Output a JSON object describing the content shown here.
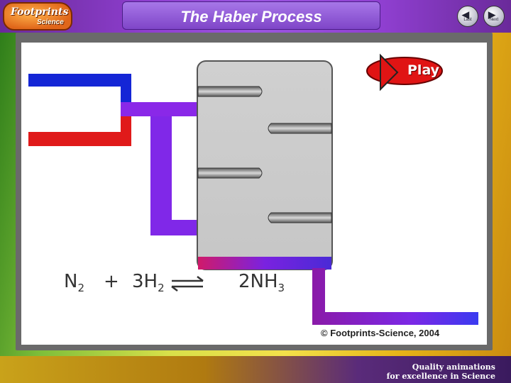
{
  "logo": {
    "line1": "Footprints",
    "line2": "Science"
  },
  "title": "The Haber Process",
  "nav": {
    "last_label": "Last",
    "next_label": "Next"
  },
  "play": {
    "label": "Play"
  },
  "equation": {
    "n2": "N",
    "n2_sub": "2",
    "plus": "+",
    "h2_coef": "3H",
    "h2_sub": "2",
    "nh3": "2NH",
    "nh3_sub": "3"
  },
  "copyright": "© Footprints-Science, 2004",
  "tagline": {
    "line1": "Quality animations",
    "line2": "for excellence in Science"
  },
  "colors": {
    "n2_pipe": "#1426d6",
    "h2_pipe": "#e01a1a",
    "mixed_pipe": "#8a28e8",
    "play_button": "#e01414"
  }
}
